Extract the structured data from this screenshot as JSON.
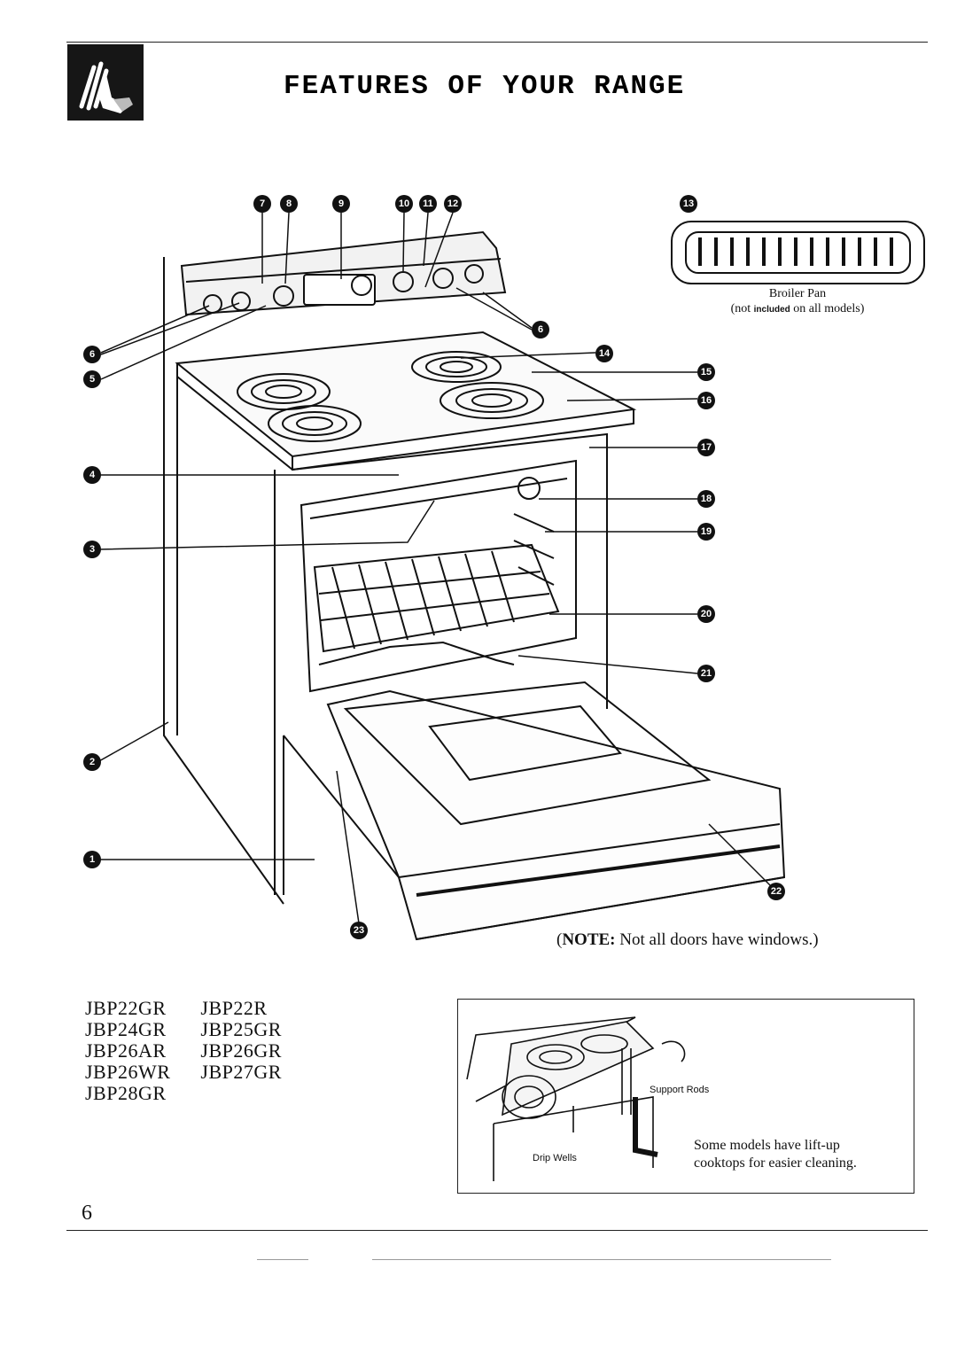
{
  "header": {
    "title": "FEATURES OF YOUR RANGE",
    "logo_icon": "hand-pointing-icon"
  },
  "callouts": [
    "1",
    "2",
    "3",
    "4",
    "5",
    "6",
    "7",
    "8",
    "9",
    "10",
    "11",
    "12",
    "13",
    "14",
    "15",
    "16",
    "17",
    "18",
    "19",
    "20",
    "21",
    "22",
    "23"
  ],
  "broiler_pan": {
    "caption": "Broiler Pan",
    "note_prefix": "not",
    "note_bold": "included",
    "note_suffix": "on all models"
  },
  "door_note": {
    "label": "NOTE:",
    "text": "Not all doors have windows."
  },
  "models": [
    [
      "JBP22GR",
      "JBP22R"
    ],
    [
      "JBP24GR",
      "JBP25GR"
    ],
    [
      "JBP26AR",
      "JBP26GR"
    ],
    [
      "JBP26WR",
      "JBP27GR"
    ],
    [
      "JBP28GR",
      ""
    ]
  ],
  "inset": {
    "support_rods_label": "Support Rods",
    "drip_wells_label": "Drip Wells",
    "caption_line1": "Some models have lift-up",
    "caption_line2": "cooktops for easier cleaning."
  },
  "page_number": "6"
}
